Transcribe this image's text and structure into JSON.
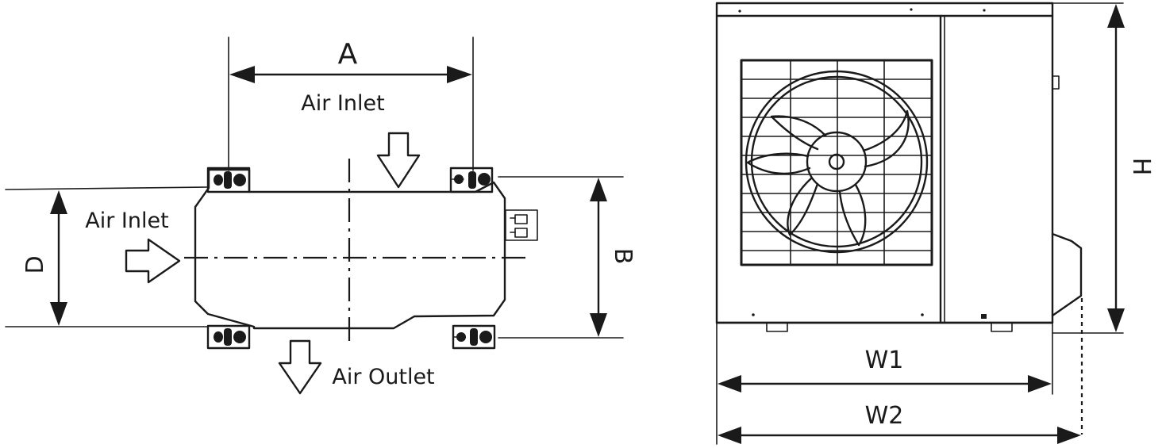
{
  "left_view": {
    "dim_a": "A",
    "dim_b": "B",
    "dim_d": "D",
    "air_inlet_top": "Air Inlet",
    "air_inlet_side": "Air Inlet",
    "air_outlet": "Air Outlet"
  },
  "right_view": {
    "dim_w1": "W1",
    "dim_w2": "W2",
    "dim_h": "H"
  }
}
